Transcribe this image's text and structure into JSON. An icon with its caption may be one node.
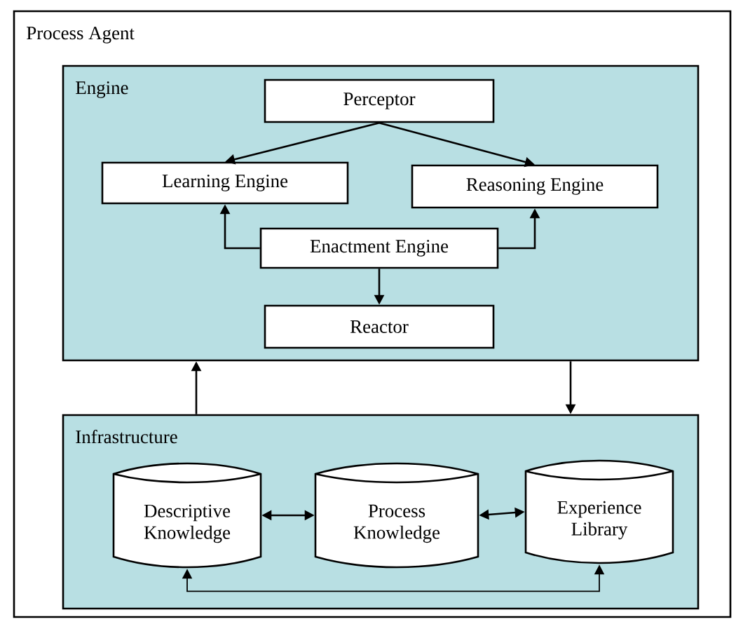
{
  "diagram": {
    "nodes": [
      {
        "text": [
          "Process Agent"
        ]
      },
      {
        "text": [
          "Engine"
        ],
        "in": 0
      },
      {
        "text": [
          "Perceptor"
        ],
        "in": 1
      },
      {
        "text": [
          "Learning Engine"
        ],
        "in": 1
      },
      {
        "text": [
          "Reasoning Engine"
        ],
        "in": 1
      },
      {
        "text": [
          "Enactment Engine"
        ],
        "in": 1
      },
      {
        "text": [
          "Reactor"
        ],
        "in": 1
      },
      {
        "text": [
          "Infrastructure"
        ],
        "in": 0
      },
      {
        "text": [
          "Descriptive Knowledge"
        ],
        "in": 7
      },
      {
        "text": [
          "Process Knowledge"
        ],
        "in": 7
      },
      {
        "text": [
          "Experience Library"
        ],
        "in": 7
      }
    ],
    "edges": [
      {
        "from": 2,
        "to": 3,
        "arrow": "to"
      },
      {
        "from": 2,
        "to": 4,
        "arrow": "to"
      },
      {
        "from": 5,
        "to": 3,
        "arrow": "to"
      },
      {
        "from": 5,
        "to": 4,
        "arrow": "to"
      },
      {
        "from": 5,
        "to": 6,
        "arrow": "to"
      },
      {
        "from": 7,
        "to": 1,
        "arrow": "to"
      },
      {
        "from": 1,
        "to": 7,
        "arrow": "to"
      },
      {
        "from": 8,
        "to": 9,
        "arrow": "both"
      },
      {
        "from": 9,
        "to": 10,
        "arrow": "both"
      },
      {
        "from": 8,
        "to": 10,
        "arrow": "both"
      }
    ]
  }
}
